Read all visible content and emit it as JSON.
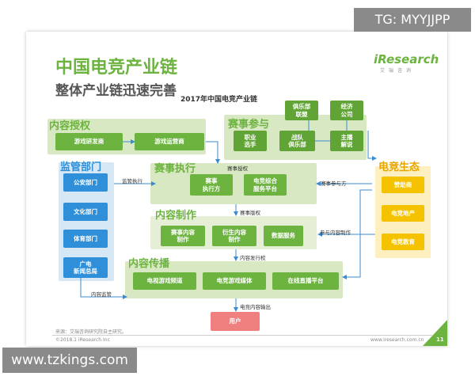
{
  "watermarks": {
    "top": "TG: MYYJJPP",
    "bottom": "www.tzkings.com"
  },
  "logo": {
    "brand": "iResearch",
    "sub": "艾瑞咨询"
  },
  "title": "中国电竞产业链",
  "subtitle": "整体产业链迅速完善",
  "chart_title": "2017年中国电竞产业链",
  "sections": {
    "content_license": "内容授权",
    "regulation": "监管部门",
    "event_execution": "赛事执行",
    "event_participation": "赛事参与",
    "content_production": "内容制作",
    "content_distribution": "内容传播",
    "ecosystem": "电竞生态"
  },
  "boxes": {
    "game_developer": "游戏研发商",
    "game_operator": "游戏运营商",
    "public_security": "公安部门",
    "culture_dept": "文化部门",
    "sports_dept": "体育部门",
    "sarft": "广电\n新闻总局",
    "club_league": "俱乐部\n联盟",
    "economic_company": "经济\n公司",
    "pro_player": "职业\n选手",
    "team_club": "战队\n俱乐部",
    "host_commentator": "主播\n解说",
    "event_executor": "赛事\n执行方",
    "esports_platform": "电竞综合\n服务平台",
    "event_content_prod": "赛事内容\n制作",
    "derivative_content": "衍生内容\n制作",
    "data_service": "数据服务",
    "tv_game_channel": "电视游戏频道",
    "esports_media": "电竞游戏媒体",
    "live_platform": "在线直播平台",
    "sponsor": "赞助商",
    "esports_realestate": "电竞地产",
    "esports_education": "电竞教育",
    "user": "用户"
  },
  "edge_labels": {
    "regulation_execution": "监管执行",
    "event_license": "赛事授权",
    "event_participant": "赛事参与方",
    "event_copyright": "赛事版权",
    "participate_content": "参与内容制作",
    "content_distribution_right": "内容发行权",
    "content_regulation": "内容监管",
    "content_output": "电竞内容输出"
  },
  "footer": {
    "source": "来源：艾瑞咨询研究院自主研究。",
    "copyright": "©2018.1 iResearch Inc",
    "url": "www.iresearch.com.cn",
    "page": "11"
  }
}
